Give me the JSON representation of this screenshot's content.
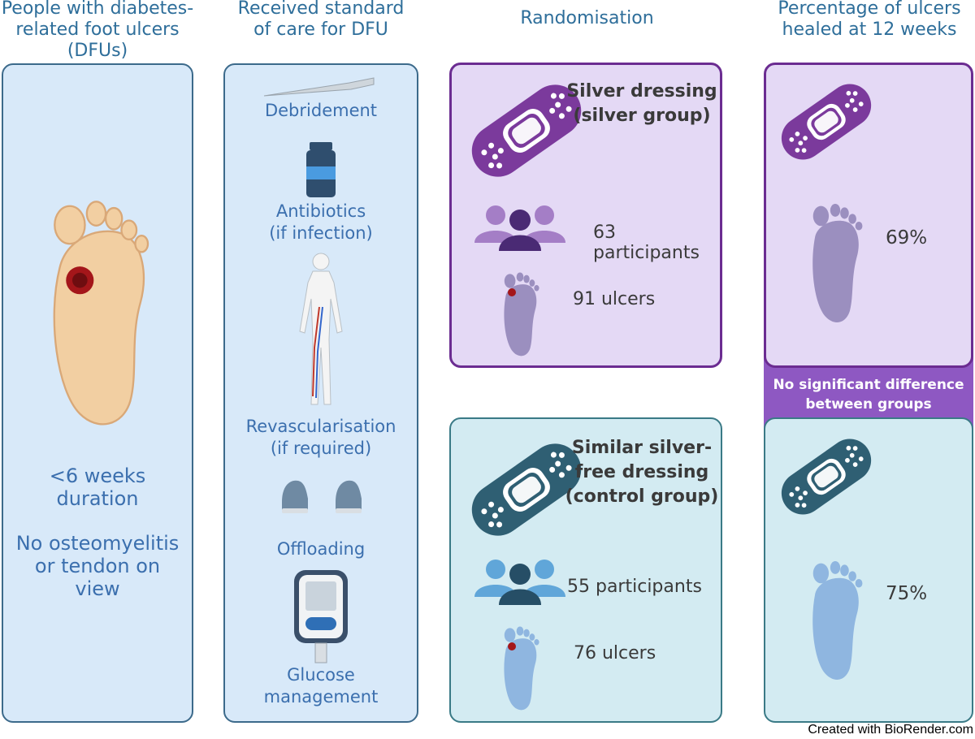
{
  "headers": {
    "col1": "People with diabetes-\nrelated foot ulcers\n(DFUs)",
    "col2": "Received standard\nof care for DFU",
    "col3": "Randomisation",
    "col4": "Percentage of ulcers\nhealed at 12 weeks"
  },
  "patients": {
    "duration": "<6 weeks\nduration",
    "exclusion": "No osteomyelitis\nor tendon on\nview"
  },
  "care": {
    "debridement": "Debridement",
    "antibiotics": "Antibiotics\n(if infection)",
    "revascularisation": "Revascularisation\n(if required)",
    "offloading": "Offloading",
    "glucose": "Glucose\nmanagement"
  },
  "silver_group": {
    "title": "Silver dressing\n(silver group)",
    "participants": "63 participants",
    "ulcers": "91 ulcers",
    "healed": "69%"
  },
  "control_group": {
    "title": "Similar silver-\nfree dressing\n(control group)",
    "participants": "55 participants",
    "ulcers": "76 ulcers",
    "healed": "75%"
  },
  "comparison": "No significant difference\nbetween groups",
  "credit": "Created with BioRender.com",
  "colors": {
    "purple": "#7b3a9c",
    "teal": "#2f5f73",
    "blue_text": "#3b6fae",
    "light_blue_panel": "#d8e9f9",
    "light_purple_panel": "#e4d9f5"
  }
}
